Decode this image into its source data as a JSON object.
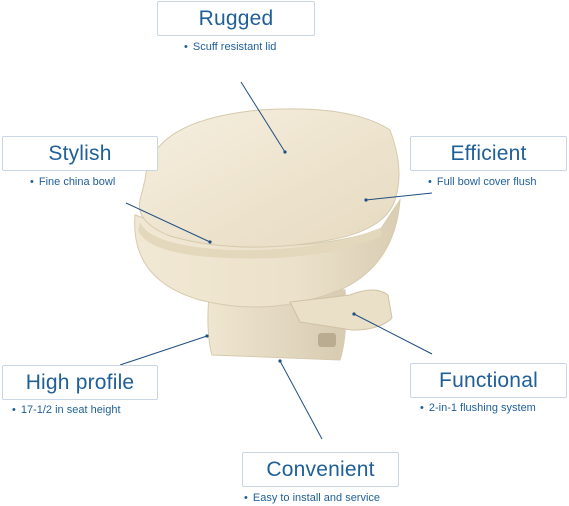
{
  "features": [
    {
      "key": "rugged",
      "title": "Rugged",
      "bullet": "•",
      "detail": "Scuff resistant lid"
    },
    {
      "key": "stylish",
      "title": "Stylish",
      "bullet": "•",
      "detail": "Fine china bowl"
    },
    {
      "key": "efficient",
      "title": "Efficient",
      "bullet": "•",
      "detail": "Full bowl cover flush"
    },
    {
      "key": "high-profile",
      "title": "High profile",
      "bullet": "•",
      "detail": "17-1/2 in seat height"
    },
    {
      "key": "functional",
      "title": "Functional",
      "bullet": "•",
      "detail": "2-in-1 flushing system"
    },
    {
      "key": "convenient",
      "title": "Convenient",
      "bullet": "•",
      "detail": "Easy to install and service"
    }
  ],
  "colors": {
    "accent_text": "#1f5f99",
    "box_border": "#c9d6e6",
    "leader_line": "#1f4f82",
    "porcelain": "#efe6d2",
    "porcelain_shadow": "#d8ccb2"
  }
}
